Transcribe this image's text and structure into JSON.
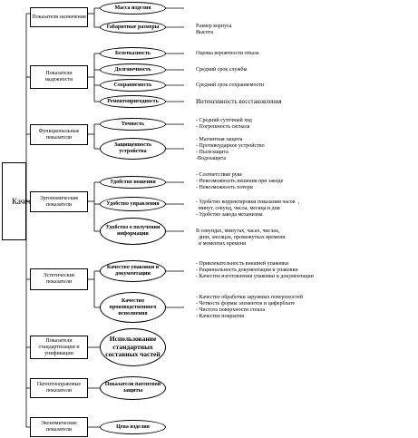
{
  "root": "Качество",
  "groups": [
    {
      "label": "Показатели назначения"
    },
    {
      "label": "Показатели надежности"
    },
    {
      "label": "Функциональные показатели"
    },
    {
      "label": "Эргономические показатели"
    },
    {
      "label": "Эстетические показатели"
    },
    {
      "label": "Показатели стандартизации и унификации"
    },
    {
      "label": "Патентноправовые показатели"
    },
    {
      "label": "Экономические показатели"
    }
  ],
  "ovals": [
    "Масса изделия",
    "Габаритные размеры",
    "Безотказность",
    "Долговечность",
    "Сохраняемость",
    "Ремонтопригодность",
    "Точность",
    "Защищенность устройства",
    "Удобство ношения",
    "Удобство управления",
    "Удобство о получении информации",
    "Качество упаковки и документации",
    "Качество производственного исполнения",
    "Использование стандартных составных частей",
    "Показатели патентной защиты",
    "Цена изделия"
  ],
  "details": [
    "Размер корпуса\nВысота",
    "Оценка вероятности отказа",
    "Средний срок службы",
    "Средний срок сохраняемости",
    "Интенсивность восстановления",
    "- Средний суточный ход\n- Погрешность сигнала",
    "- Магнитная защита\n- Противоударное устройство\n- Пылезащита\n-Водозащита",
    "- Соответствие руке\n- Невозможность нешения при заводе\n- Невозможность потери",
    "- Удобство корректировки показания часов  ,\n  минут, секунд, числа, месяца и дня\n- Удобство завода механизма",
    "В секундах, минутах, часах, числах,\n  днях, месяцах, промежутках времени\n  и моментах времени",
    "- Привлекательность внешней упаковки\n- Рациональность документации и упаковки\n- Качество изготовления упаковки и документации",
    "- Качество обработки заружных поверхностей\n- Четкость формы элементов и циферблате\n- Чистота поверхности стекла\n- Качество покрытия"
  ]
}
